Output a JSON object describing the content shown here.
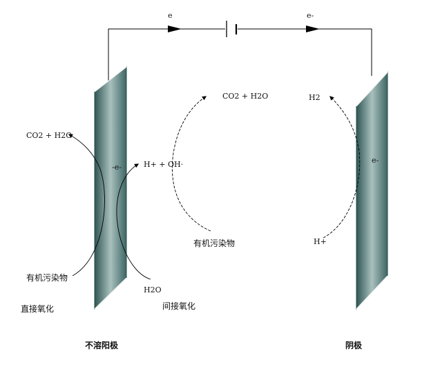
{
  "circuit": {
    "electron_left": "e",
    "electron_right": "e-"
  },
  "anode": {
    "label": "不溶阳极",
    "electron": "-e-",
    "direct_product": "CO2 + H2O",
    "direct_reactant": "有机污染物",
    "direct_label": "直接氧化",
    "water": "H2O",
    "radical": "H+ + OH·",
    "indirect_label": "间接氧化"
  },
  "middle": {
    "product": "CO2 + H2O",
    "pollutant": "有机污染物"
  },
  "cathode": {
    "label": "阴极",
    "electron": "e-",
    "reactant": "H+",
    "product": "H2"
  },
  "colors": {
    "plate_dark": "#3d6664",
    "plate_light": "#9fb8b6",
    "line": "#000000"
  }
}
